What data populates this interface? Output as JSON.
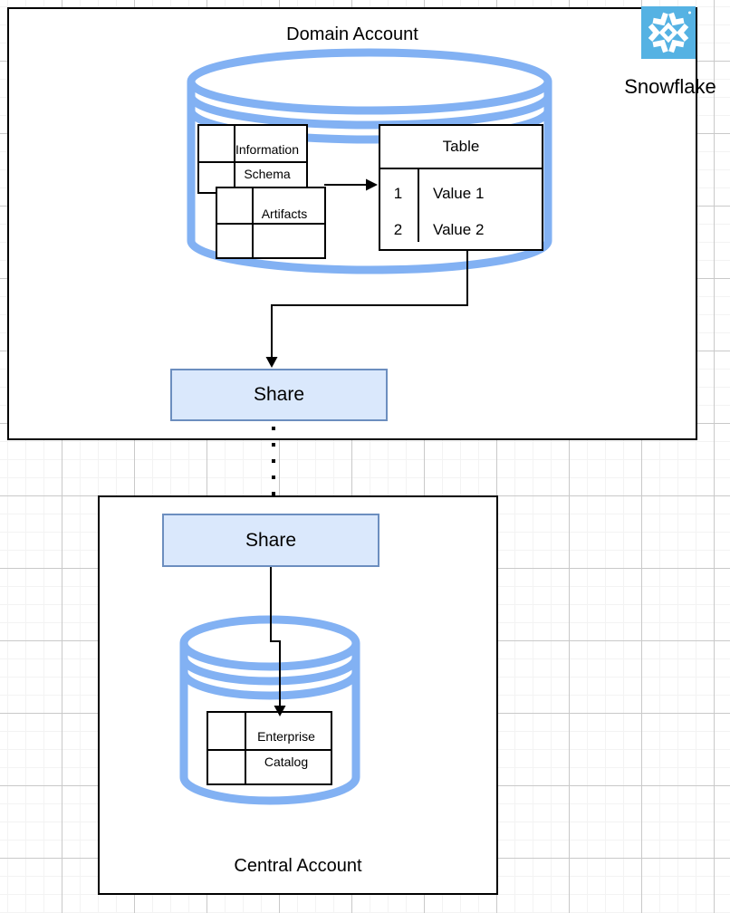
{
  "colors": {
    "cylinder_stroke": "#82b1f3",
    "share_fill": "#dae8fc",
    "share_stroke": "#6c8ebf",
    "snowflake_blue": "#55b2e3",
    "connector_black": "#000000"
  },
  "domain_account": {
    "title": "Domain Account"
  },
  "snowflake": {
    "label": "Snowflake",
    "icon": "snowflake-logo"
  },
  "information_schema": {
    "line1": "Information",
    "line2": "Schema"
  },
  "artifacts": {
    "label": "Artifacts"
  },
  "table": {
    "title": "Table",
    "rows": [
      {
        "id": "1",
        "value": "Value 1"
      },
      {
        "id": "2",
        "value": "Value 2"
      }
    ]
  },
  "domain_share": {
    "label": "Share"
  },
  "central_share": {
    "label": "Share"
  },
  "central_account": {
    "title": "Central Account"
  },
  "enterprise_catalog": {
    "line1": "Enterprise",
    "line2": "Catalog"
  }
}
